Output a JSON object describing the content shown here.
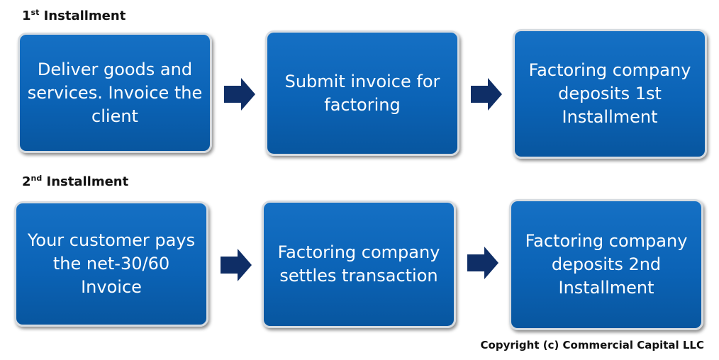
{
  "rows": [
    {
      "title_main": "1",
      "title_sup": "st",
      "title_rest": " Installment",
      "steps": [
        "Deliver goods and\nservices. Invoice the\nclient",
        "Submit invoice for\nfactoring",
        "Factoring company\ndeposits 1st\nInstallment"
      ]
    },
    {
      "title_main": "2",
      "title_sup": "nd",
      "title_rest": " Installment",
      "steps": [
        "Your customer pays\nthe net-30/60\nInvoice",
        "Factoring company\nsettles transaction",
        "Factoring company\ndeposits 2nd\nInstallment"
      ]
    }
  ],
  "copyright": "Copyright (c) Commercial Capital LLC",
  "colors": {
    "box_fill": "#0b63b6",
    "box_border": "#d6dbe0",
    "arrow": "#0f2e66"
  }
}
